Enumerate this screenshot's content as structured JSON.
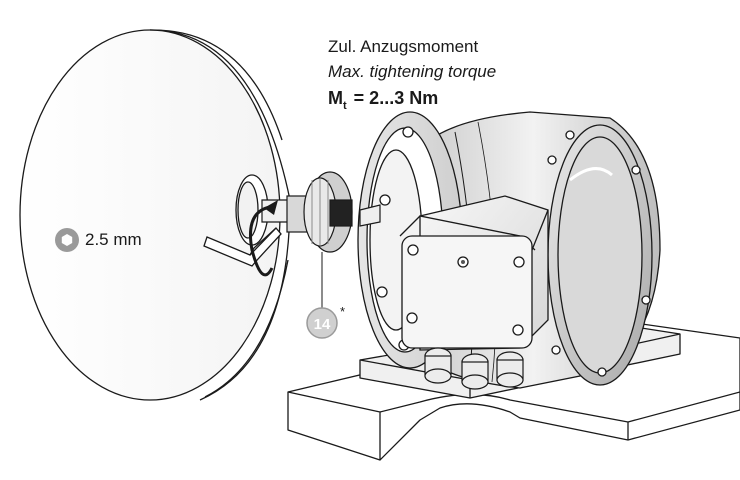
{
  "labels": {
    "torque_de": "Zul. Anzugsmoment",
    "torque_en": "Max. tightening torque",
    "torque_symbol": "M",
    "torque_subscript": "t",
    "torque_value": " = 2...3 Nm",
    "hex_size": "2.5 mm",
    "part_number": "14",
    "part_note": "*"
  },
  "icons": {
    "hex_key": "hex-socket-icon",
    "rotation": "rotation-arrow-icon"
  },
  "colors": {
    "line": "#1a1a1a",
    "part_badge_fill": "#d0d0d0",
    "part_badge_stroke": "#9a9a9a",
    "part_badge_text": "#ffffff"
  }
}
